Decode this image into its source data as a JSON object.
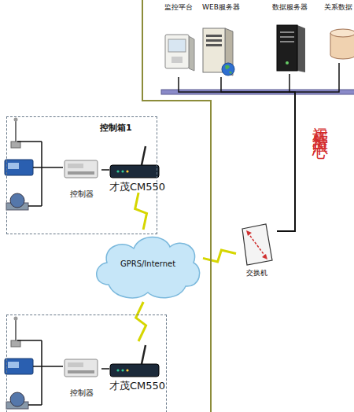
{
  "diagram": {
    "nodes": [
      {
        "text": [
          "远程监控中心"
        ]
      },
      {
        "text": [
          "监控平台"
        ],
        "in": 0
      },
      {
        "text": [
          "WEB服务器"
        ],
        "in": 0
      },
      {
        "text": [
          "数据服务器"
        ],
        "in": 0
      },
      {
        "text": [
          "关系数据"
        ],
        "in": 0
      },
      {
        "text": [
          "控制箱1"
        ]
      },
      {
        "text": [
          "控制器"
        ],
        "in": 5
      },
      {
        "text": [
          "才茂CM550"
        ],
        "in": 5
      },
      {
        "text": [
          "GPRS/Internet"
        ]
      },
      {
        "text": [
          "交换机"
        ],
        "in": 0
      },
      {
        "text": []
      },
      {
        "text": [
          "控制器"
        ],
        "in": 10
      },
      {
        "text": [
          "才茂CM550"
        ],
        "in": 10
      }
    ],
    "edges": [
      {
        "from": 9,
        "to": 1,
        "arrow": "none"
      },
      {
        "from": 9,
        "to": 2,
        "arrow": "none"
      },
      {
        "from": 9,
        "to": 3,
        "arrow": "none"
      },
      {
        "from": 9,
        "to": 4,
        "arrow": "none"
      },
      {
        "from": 6,
        "to": 7,
        "arrow": "none"
      },
      {
        "from": 7,
        "to": 8,
        "arrow": "none"
      },
      {
        "from": 8,
        "to": 9,
        "arrow": "none"
      },
      {
        "from": 11,
        "to": 12,
        "arrow": "none"
      },
      {
        "from": 12,
        "to": 8,
        "arrow": "none"
      }
    ]
  }
}
